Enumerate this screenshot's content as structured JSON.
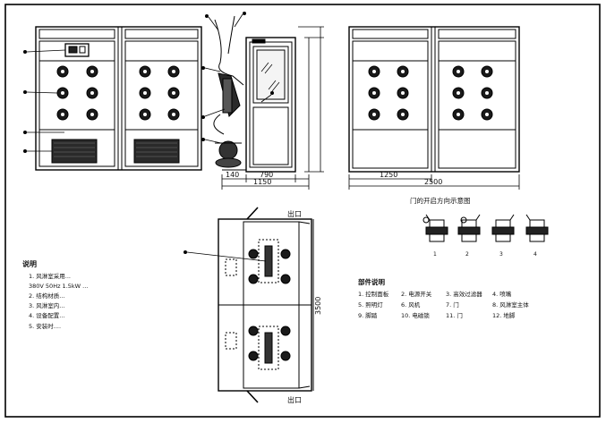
{
  "dimensions": {
    "front_total_width": "",
    "side_height_1": "",
    "side_height_2": "",
    "side_bottom_left": "140",
    "side_bottom_mid": "790",
    "side_bottom_total": "1150",
    "rear_left_width": "1250",
    "rear_total_width": "2500",
    "plan_depth": "3500"
  },
  "plan_labels": {
    "top_marker": "出口",
    "bottom_marker": "出口"
  },
  "door_detail": {
    "caption": "门的开启方向示意图",
    "item_labels": [
      "1",
      "2",
      "3",
      "4"
    ]
  },
  "notes": {
    "heading": "说明",
    "lines": [
      "1. 风淋室采用...",
      "   380V 50Hz 1.5kW ...",
      "2. 结构材质...",
      "3. 风淋室内...",
      "4. 设备配置...",
      "5. 安装时...."
    ]
  },
  "legend": {
    "heading": "部件说明",
    "items": [
      "1. 控制面板",
      "2. 电源开关",
      "3. 高效过滤器",
      "4. 喷嘴",
      "5. 照明灯",
      "6. 风机",
      "7. 门",
      "8. 风淋室主体",
      "9. 脚踏",
      "10. 电磁锁",
      "11. 门",
      "12. 地脚"
    ]
  }
}
